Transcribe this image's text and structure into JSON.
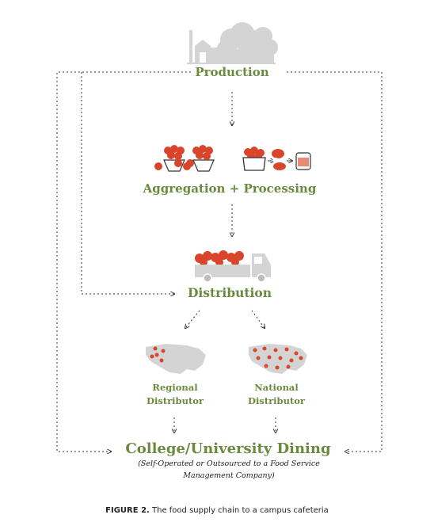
{
  "stages": {
    "production": "Production",
    "aggregation": "Aggregation + Processing",
    "distribution": "Distribution",
    "dining": "College/University Dining"
  },
  "distributors": {
    "regional_line1": "Regional",
    "regional_line2": "Distributor",
    "national_line1": "National",
    "national_line2": "Distributor"
  },
  "dining_sub": {
    "line1": "(Self-Operated or Outsourced to a Food Service",
    "line2": "Management Company)"
  },
  "caption": {
    "label": "FIGURE 2.",
    "text": " The food supply chain to a campus cafeteria"
  },
  "colors": {
    "stage_green": "#6a8a3e",
    "tomato_red": "#d9452b",
    "silhouette_gray": "#d4d4d4",
    "arrow": "#333333"
  }
}
